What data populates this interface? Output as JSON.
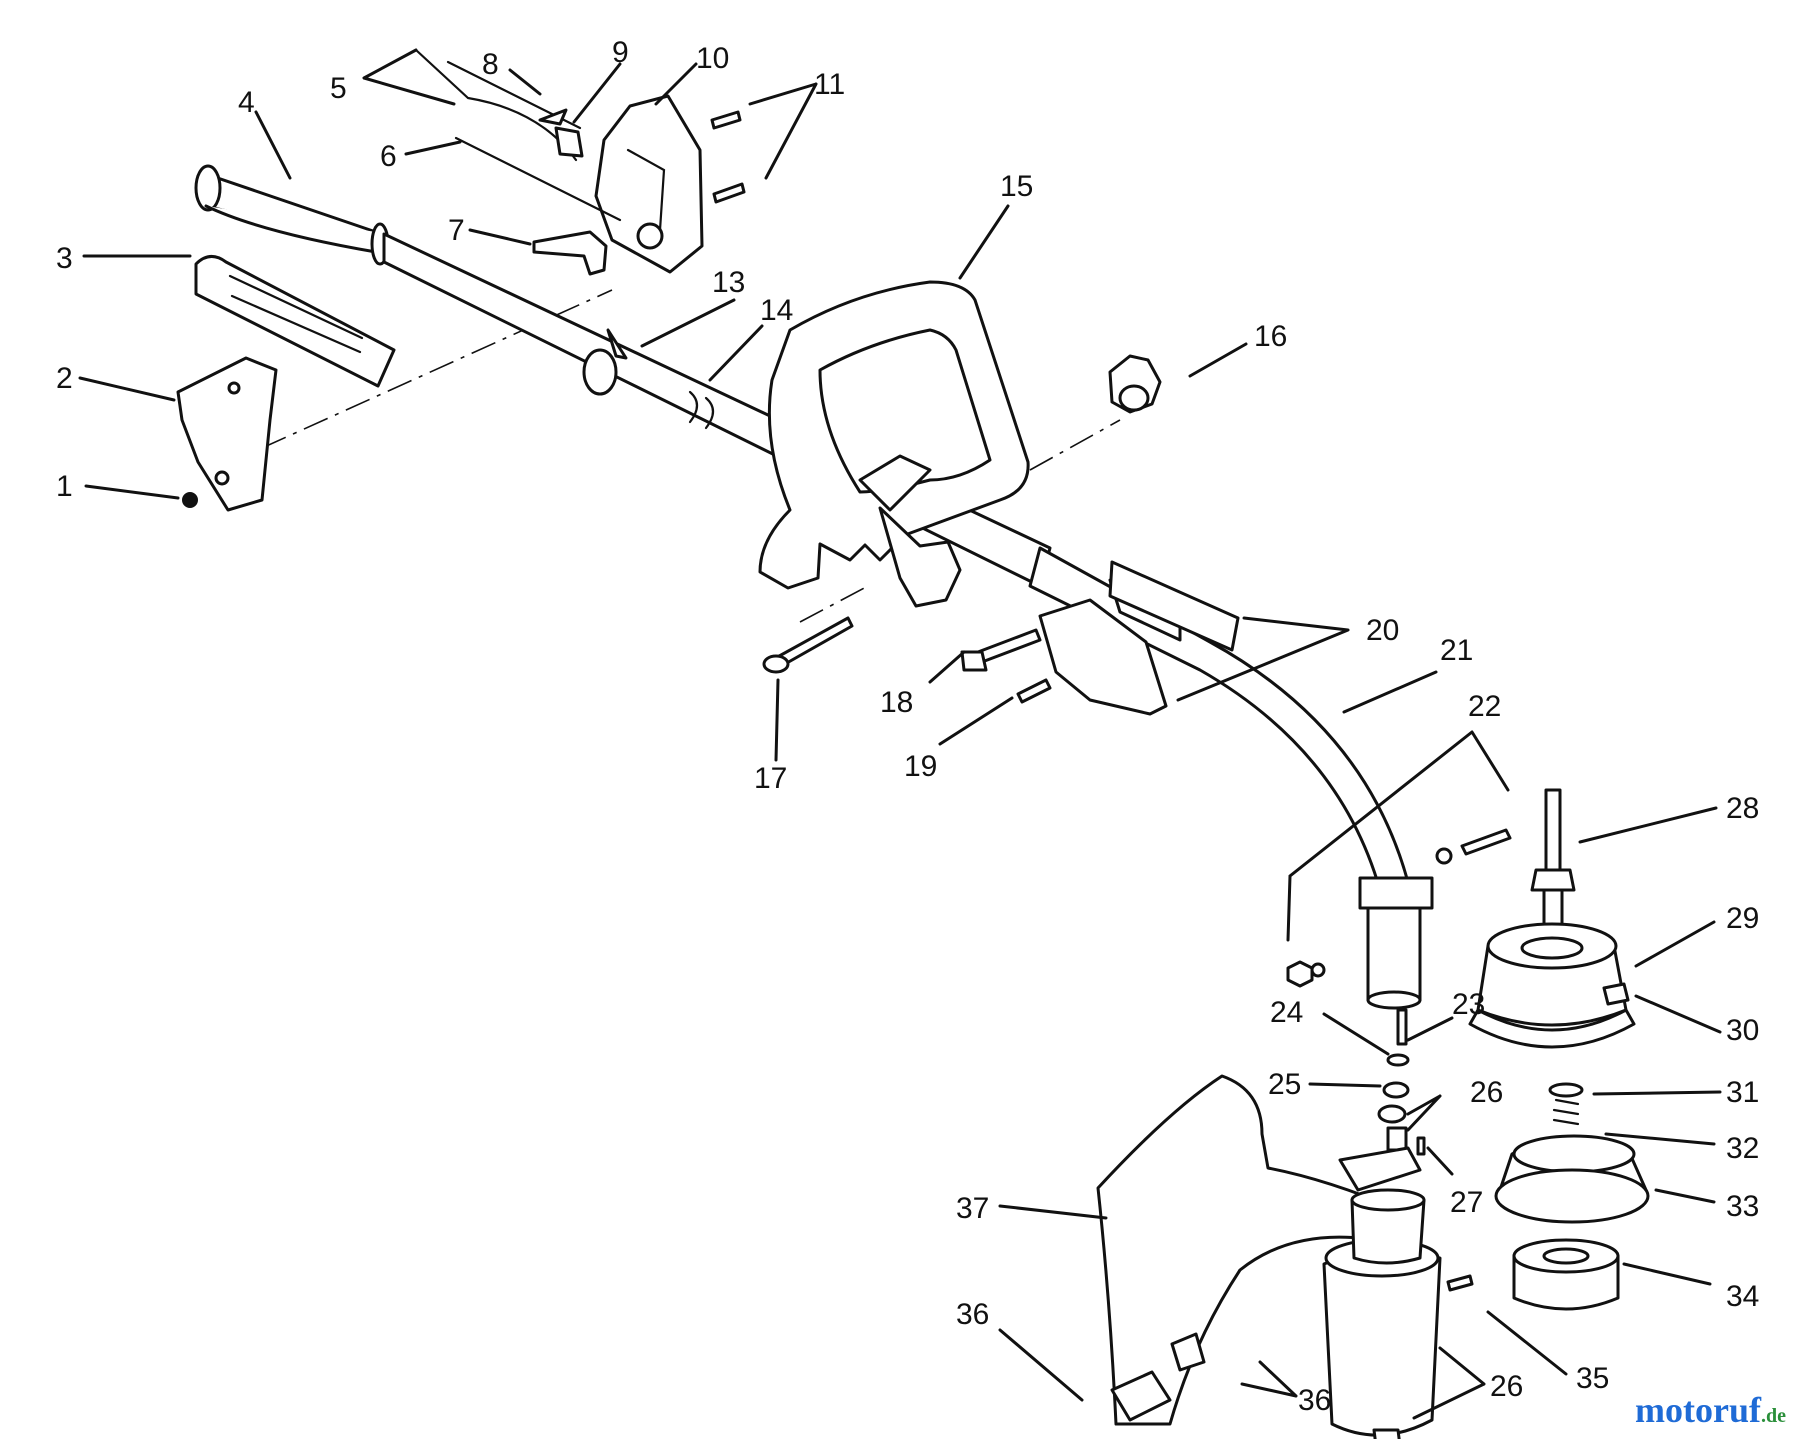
{
  "diagram": {
    "type": "exploded parts diagram",
    "callouts": [
      {
        "id": "c1",
        "label": "1"
      },
      {
        "id": "c2",
        "label": "2"
      },
      {
        "id": "c3",
        "label": "3"
      },
      {
        "id": "c4",
        "label": "4"
      },
      {
        "id": "c5",
        "label": "5"
      },
      {
        "id": "c6",
        "label": "6"
      },
      {
        "id": "c7",
        "label": "7"
      },
      {
        "id": "c8",
        "label": "8"
      },
      {
        "id": "c9",
        "label": "9"
      },
      {
        "id": "c10",
        "label": "10"
      },
      {
        "id": "c11",
        "label": "11"
      },
      {
        "id": "c13",
        "label": "13"
      },
      {
        "id": "c14",
        "label": "14"
      },
      {
        "id": "c15",
        "label": "15"
      },
      {
        "id": "c16",
        "label": "16"
      },
      {
        "id": "c17",
        "label": "17"
      },
      {
        "id": "c18",
        "label": "18"
      },
      {
        "id": "c19",
        "label": "19"
      },
      {
        "id": "c20",
        "label": "20"
      },
      {
        "id": "c21",
        "label": "21"
      },
      {
        "id": "c22",
        "label": "22"
      },
      {
        "id": "c23",
        "label": "23"
      },
      {
        "id": "c24",
        "label": "24"
      },
      {
        "id": "c25",
        "label": "25"
      },
      {
        "id": "c26a",
        "label": "26"
      },
      {
        "id": "c27",
        "label": "27"
      },
      {
        "id": "c28",
        "label": "28"
      },
      {
        "id": "c29",
        "label": "29"
      },
      {
        "id": "c30",
        "label": "30"
      },
      {
        "id": "c31",
        "label": "31"
      },
      {
        "id": "c32",
        "label": "32"
      },
      {
        "id": "c33",
        "label": "33"
      },
      {
        "id": "c34",
        "label": "34"
      },
      {
        "id": "c35",
        "label": "35"
      },
      {
        "id": "c26b",
        "label": "26"
      },
      {
        "id": "c36a",
        "label": "36"
      },
      {
        "id": "c36b",
        "label": "36"
      },
      {
        "id": "c37",
        "label": "37"
      }
    ]
  },
  "watermark": {
    "main": "motoruf",
    "tld": ".de",
    "colors": {
      "main": "#1f6bd6",
      "tld": "#2a8f3a"
    }
  }
}
